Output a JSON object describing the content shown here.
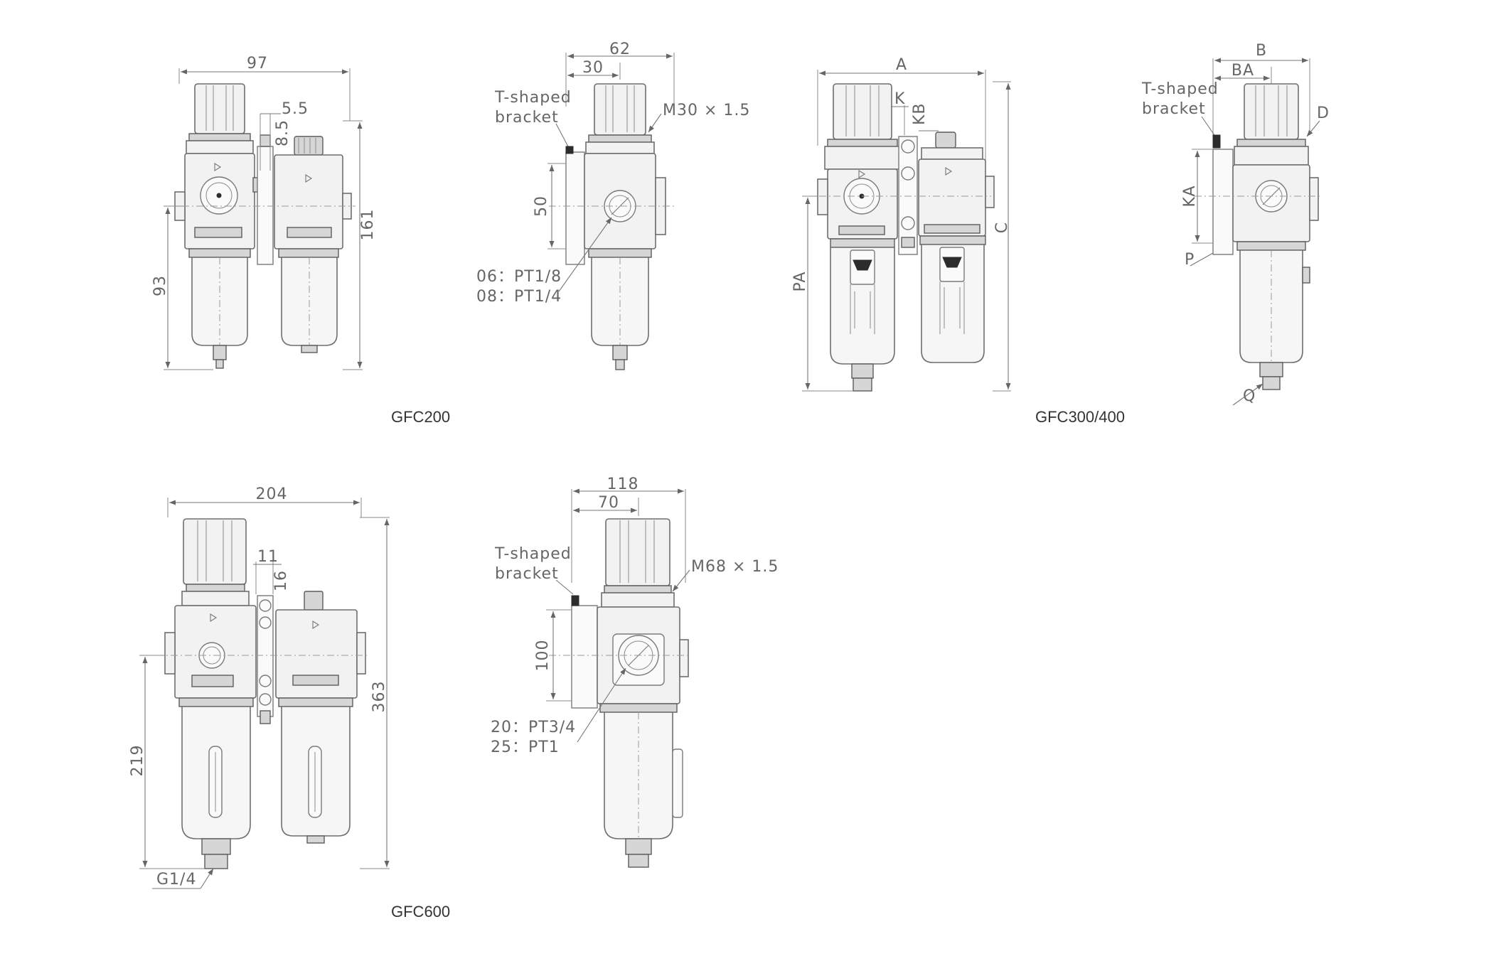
{
  "captions": {
    "gfc200": "GFC200",
    "gfc300_400": "GFC300/400",
    "gfc600": "GFC600"
  },
  "colors": {
    "outline": "#6e6e6e",
    "fill": "#f2f2f2",
    "text": "#666666"
  },
  "fig1": {
    "width": "97",
    "dim_5_5": "5.5",
    "dim_8_5": "8.5",
    "height": "161",
    "lower": "93"
  },
  "fig2": {
    "width": "62",
    "half": "30",
    "bracket_line1": "T-shaped",
    "bracket_line2": "bracket",
    "thread": "M30 × 1.5",
    "bracket_h": "50",
    "port1": "06：PT1/8",
    "port2": "08：PT1/4"
  },
  "fig3": {
    "A": "A",
    "K": "K",
    "KB": "KB",
    "C": "C",
    "PA": "PA"
  },
  "fig4": {
    "B": "B",
    "BA": "BA",
    "bracket_line1": "T-shaped",
    "bracket_line2": "bracket",
    "D": "D",
    "KA": "KA",
    "P": "P",
    "Q": "Q"
  },
  "fig5": {
    "width": "204",
    "dim_11": "11",
    "dim_16": "16",
    "height": "363",
    "lower": "219",
    "drain": "G1/4"
  },
  "fig6": {
    "width": "118",
    "half": "70",
    "bracket_line1": "T-shaped",
    "bracket_line2": "bracket",
    "thread": "M68 × 1.5",
    "bracket_h": "100",
    "port1": "20：PT3/4",
    "port2": "25：PT1"
  }
}
